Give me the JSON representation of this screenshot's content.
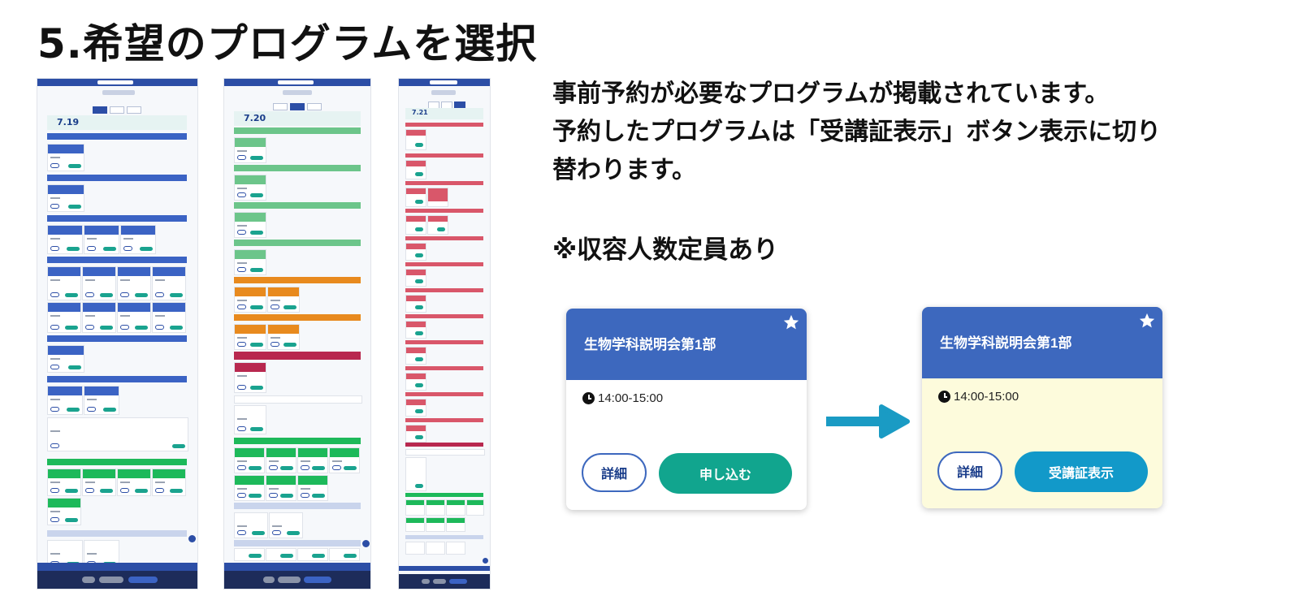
{
  "title": "5.希望のプログラムを選択",
  "description": {
    "line1": "事前予約が必要なプログラムが掲載されています。",
    "line2": "予約したプログラムは「受講証表示」ボタン表示に切り",
    "line3": "替わります。"
  },
  "note": "※収容人数定員あり",
  "phones": [
    {
      "date": "7.19",
      "accent": "#3b63c4"
    },
    {
      "date": "7.20",
      "accent": "#6cc58a"
    },
    {
      "date": "7.21",
      "accent": "#d9576a"
    }
  ],
  "card_before": {
    "name": "生物学科説明会第1部",
    "time": "14:00-15:00",
    "detail_label": "詳細",
    "action_label": "申し込む"
  },
  "card_after": {
    "name": "生物学科説明会第1部",
    "time": "14:00-15:00",
    "detail_label": "詳細",
    "action_label": "受講証表示"
  },
  "colors": {
    "card_header": "#3d68be",
    "apply_button": "#11a58e",
    "cert_button": "#1299c9",
    "after_background": "#fdfbdc",
    "arrow": "#1a9bc4"
  },
  "icons": [
    "star-icon",
    "clock-icon",
    "right-arrow-icon"
  ]
}
